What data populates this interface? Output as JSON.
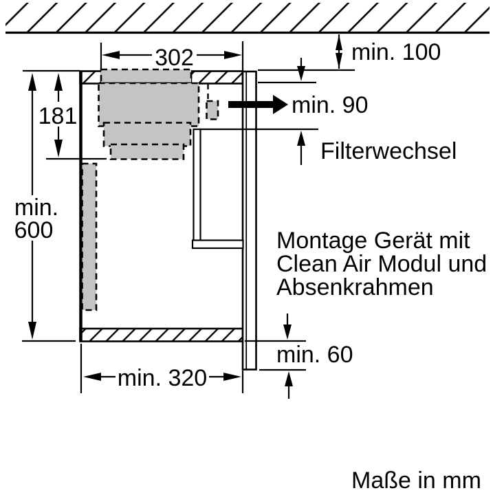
{
  "labels": {
    "filterwechsel": "Filterwechsel",
    "montage": [
      "Montage Gerät mit",
      "Clean Air Modul und",
      "Absenkrahmen"
    ],
    "units_note": "Maße in mm"
  },
  "dimensions": {
    "niche_width": "302",
    "module_height": "181",
    "min_height": {
      "line1": "min.",
      "line2": "600"
    },
    "ceiling_clearance": "min. 100",
    "side_clearance": "min. 90",
    "bottom_overhang": "min. 60",
    "min_depth": "min. 320"
  },
  "colors": {
    "line": "#000000",
    "module_fill": "#c4c4c4",
    "background": "#ffffff"
  }
}
